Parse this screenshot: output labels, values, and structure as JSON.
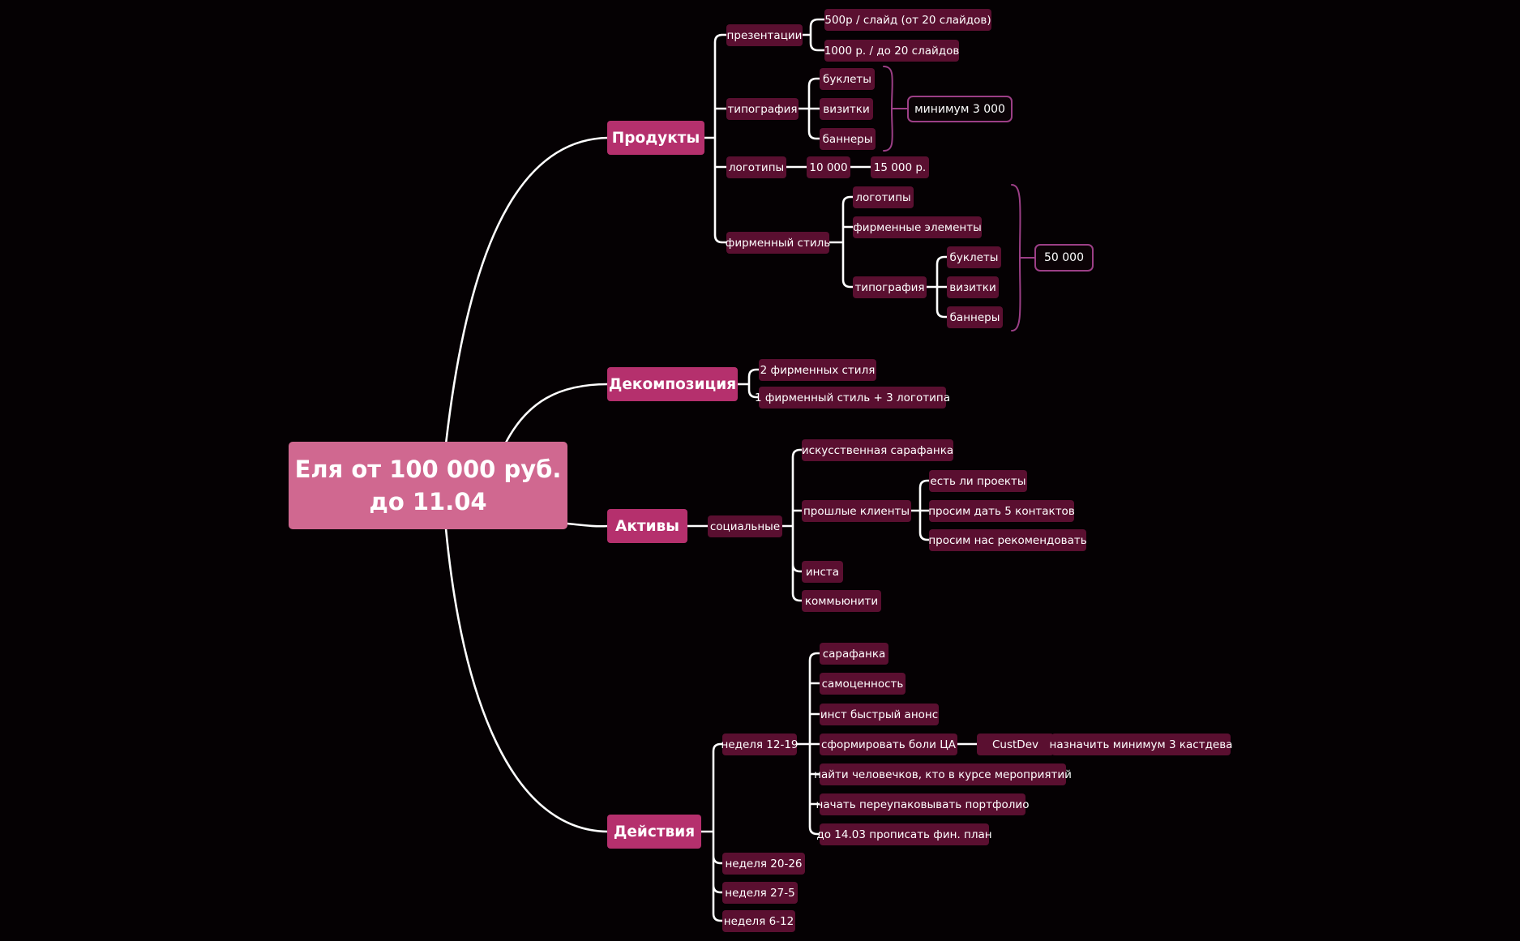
{
  "root": {
    "line1": "Еля от 100 000 руб.",
    "line2": "до 11.04"
  },
  "products": {
    "label": "Продукты",
    "presentations": {
      "label": "презентации",
      "items": [
        "500р / слайд (от 20 слайдов)",
        "1000 р. / до 20 слайдов"
      ]
    },
    "typography": {
      "label": "типография",
      "items": [
        "буклеты",
        "визитки",
        "баннеры"
      ],
      "summary": "минимум 3 000"
    },
    "logos": {
      "label": "логотипы",
      "price_from": "10 000",
      "price_to": "15 000 р."
    },
    "brand_style": {
      "label": "фирменный стиль",
      "items": [
        "логотипы",
        "фирменные элементы"
      ],
      "typography": {
        "label": "типография",
        "items": [
          "буклеты",
          "визитки",
          "баннеры"
        ]
      },
      "summary": "50 000"
    }
  },
  "decomposition": {
    "label": "Декомпозиция",
    "items": [
      "2 фирменных стиля",
      "1 фирменный стиль + 3 логотипа"
    ]
  },
  "assets": {
    "label": "Активы",
    "social": {
      "label": "социальные",
      "items": [
        "искусственная сарафанка",
        "инста",
        "коммьюнити"
      ],
      "past_clients": {
        "label": "прошлые клиенты",
        "items": [
          "есть ли проекты",
          "просим дать 5 контактов",
          "просим нас рекомендовать"
        ]
      }
    }
  },
  "actions": {
    "label": "Действия",
    "week1": {
      "label": "неделя 12-19",
      "items": [
        "сарафанка",
        "самоценность",
        "инст быстрый анонс",
        "сформировать боли ЦА",
        "найти человечков, кто в курсе мероприятий",
        "начать переупаковывать портфолио",
        "до 14.03 прописать фин. план"
      ],
      "custdev": {
        "label": "CustDev",
        "child": "назначить минимум 3 кастдева"
      }
    },
    "weeks": [
      "неделя 20-26",
      "неделя 27-5",
      "неделя 6-12"
    ]
  }
}
